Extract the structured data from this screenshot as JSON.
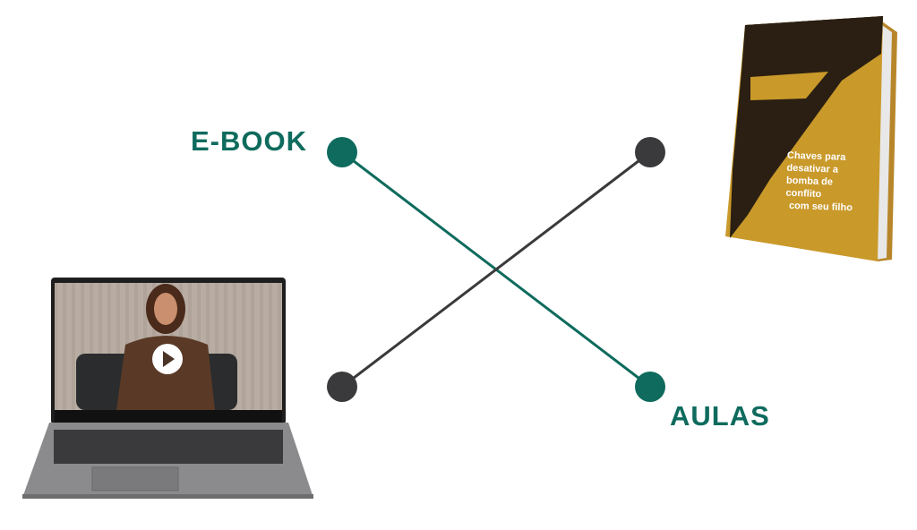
{
  "labels": {
    "ebook": "E-BOOK",
    "aulas": "AULAS"
  },
  "book": {
    "title_lines": [
      "Chaves para",
      "desativar a",
      "bomba de",
      "conflito",
      "com seu filho"
    ]
  },
  "colors": {
    "teal": "#0e6b5d",
    "dark": "#3a3a3c",
    "gold": "#c9992a"
  },
  "icons": {
    "play": "play-icon"
  }
}
